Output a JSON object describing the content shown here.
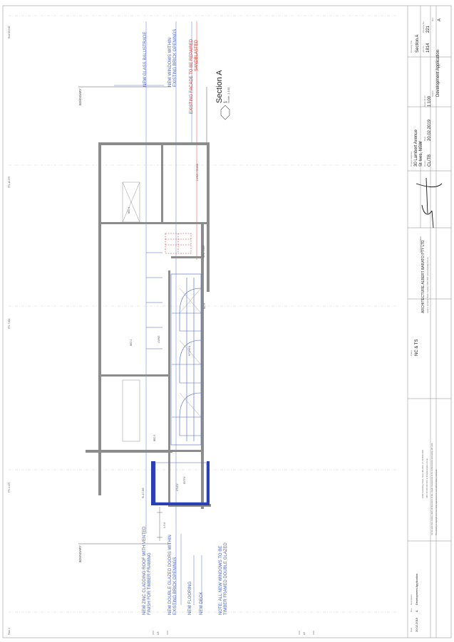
{
  "drawing": {
    "title": "Section A",
    "scale": "Scale: 1:100",
    "callout_number": "1",
    "boundary_top": "BOUNDARY",
    "boundary_bottom": "BOUNDARY",
    "grid_labels": [
      "Floor 1",
      "FFL 4.170",
      "FFL 7.690",
      "FFL 10.975",
      "Roof 13.540"
    ],
    "room_labels": [
      "LIVING / DINING",
      "BED 1",
      "BED 2",
      "LIVING",
      "BATH",
      "KITCHEN",
      "BED 3",
      "STUDY",
      "ENTRY",
      "NEW STAIR"
    ],
    "dimension_labels": [
      "RL 17.185",
      "1.3 M"
    ],
    "page_marks": [
      "A3",
      "1/3"
    ]
  },
  "annotations_top": [
    {
      "text": "NEW GLASS BALUSTRADE",
      "color": "blue"
    },
    {
      "text": "NEW WINDOWS WITHIN",
      "color": "blue"
    },
    {
      "text": "EXISTING BRICK OPENINGS",
      "color": "blue"
    },
    {
      "text": "EXISTING FACADE TO BE REPAIRED",
      "color": "red"
    },
    {
      "text": "SANDBLASTED",
      "color": "red"
    }
  ],
  "annotations_bottom": [
    {
      "text": "NEW ZINC CLADDING ROOF WITH VENTED",
      "color": "blue"
    },
    {
      "text": "FINISH FOR TIMBER FRAMING",
      "color": "blue"
    },
    {
      "text": "NEW DOUBLE GLAZED DOORS WITHIN",
      "color": "blue"
    },
    {
      "text": "EXISTING BRICK OPENINGS",
      "color": "blue"
    },
    {
      "text": "NEW FLOORING",
      "color": "blue"
    },
    {
      "text": "NEW DECK",
      "color": "blue"
    },
    {
      "text": "NOTE: ALL NEW WINDOWS TO BE",
      "color": "blue"
    },
    {
      "text": "TIMBER FRAMED DOUBLE GLAZED",
      "color": "blue"
    }
  ],
  "title_block": {
    "drawing_title_label": "Drawing Title",
    "drawing_title": "Section A",
    "project_label": "Project Address",
    "project_line1": "30 Lambert Avenue",
    "project_line2": "St Ives, NSW",
    "job_label": "Job No.",
    "job_no": "1814",
    "drawing_no_label": "Drawing No.",
    "drawing_no": "221",
    "rev_label": "Rev",
    "rev": "A",
    "drawn_label": "Drawn",
    "drawn": "CL/TB",
    "date_label": "Date",
    "date": "20.02.2019",
    "scale_label": "Scale @ A3",
    "scale": "1:100",
    "status_label": "Status",
    "status": "Development Application",
    "client_label": "Client",
    "client": "NC & TS",
    "architect": "ARCHITECTURE ALBERT BARATO PTY LTD",
    "architect_sub": "Level 1, 14 Some Street, Sydney NSW 2000 | www.example.com.au",
    "signature_label": "Nominated Architect",
    "address_line": "10/39 Something Street, Surry Hills 2010 | P: 02 9000 0000",
    "contact_line": "ABN: 00 000 000 000 | E: info@example.com.au",
    "issue_header_date": "Date",
    "issue_header_rev": "Rev",
    "issue_header_desc": "Description",
    "issue_date": "20.02.2019",
    "issue_rev": "A",
    "issue_desc": "Development Application",
    "disclaimer_1": "Do not scale from drawing. Verify all dimensions on site. Report discrepancies to the architect before proceeding with work.",
    "disclaimer_2": "This drawing is copyright and may not be reproduced or used without written permission."
  },
  "colors": {
    "wall": "#8a8a8a",
    "blue_annotation": "#4a62c8",
    "red_annotation": "#e0312a",
    "deck_fill": "#2a3fb5"
  }
}
